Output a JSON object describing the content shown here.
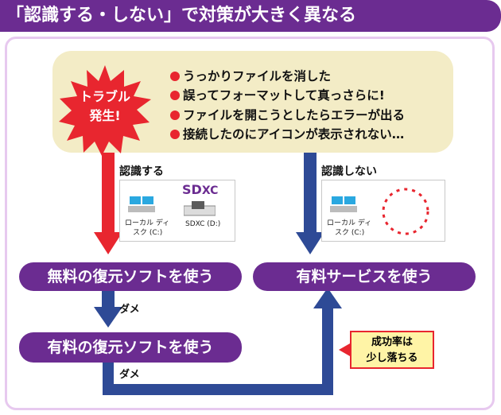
{
  "header": {
    "title": "「認識する・しない」で対策が大きく異なる"
  },
  "problem": {
    "badge_line1": "トラブル",
    "badge_line2": "発生!",
    "items": [
      "うっかりファイルを消した",
      "誤ってフォーマットして真っさらに!",
      "ファイルを開こうとしたらエラーが出る",
      "接続したのにアイコンが表示されない…"
    ]
  },
  "left_branch": {
    "label": "認識する",
    "local_disk_line1": "ローカル ディ",
    "local_disk_line2": "スク (C:)",
    "sdxc_logo": "SDXC",
    "sdxc_logo_sd": "SD",
    "sdxc_logo_xc": "XC",
    "sdxc_label": "SDXC (D:)"
  },
  "right_branch": {
    "label": "認識しない",
    "local_disk_line1": "ローカル ディ",
    "local_disk_line2": "スク (C:)"
  },
  "steps": {
    "free_software": "無料の復元ソフトを使う",
    "paid_software": "有料の復元ソフトを使う",
    "paid_service": "有料サービスを使う",
    "fail1": "ダメ",
    "fail2": "ダメ"
  },
  "callout": {
    "line1": "成功率は",
    "line2": "少し落ちる"
  },
  "colors": {
    "purple": "#6b2c91",
    "red": "#e8262f",
    "blue": "#2e4a96",
    "cream": "#f3ecc6"
  }
}
